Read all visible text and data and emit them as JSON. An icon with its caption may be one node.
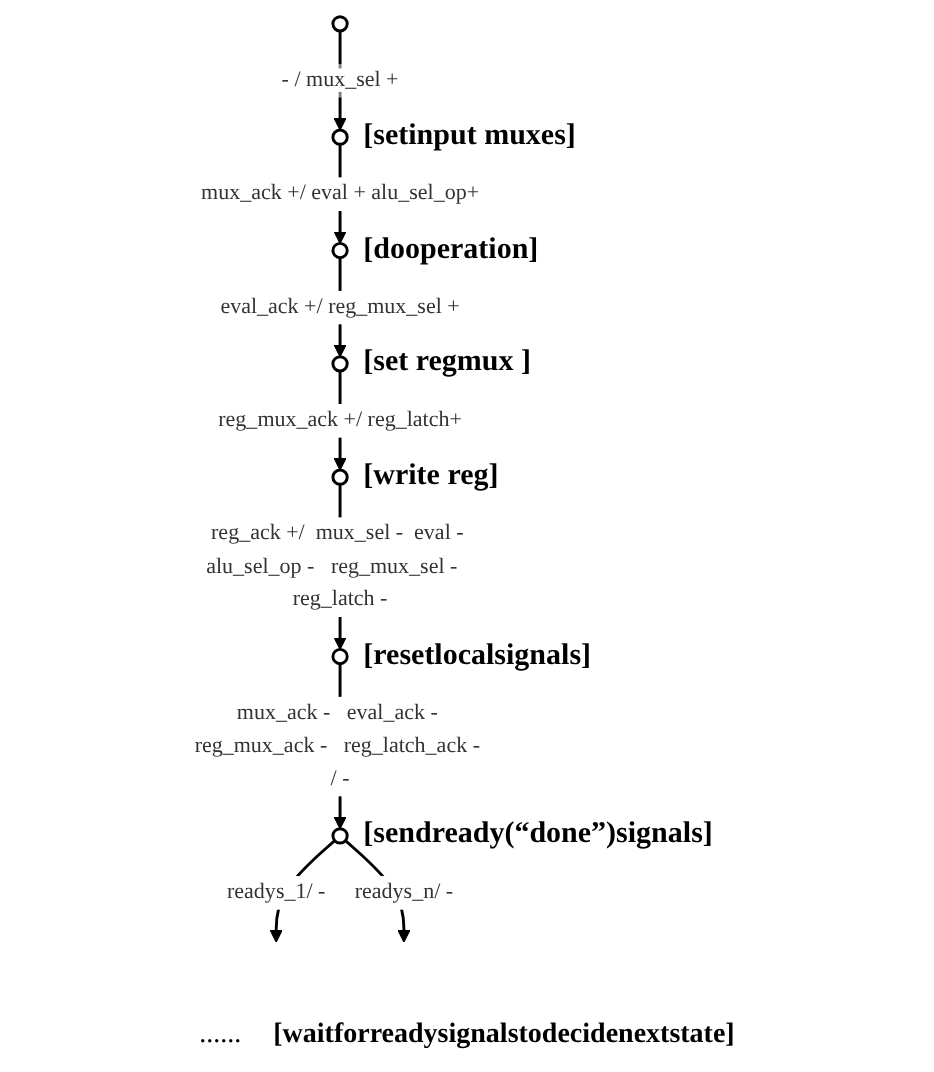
{
  "diagram": {
    "nodes": [
      {
        "text": [],
        "shape": "circle"
      },
      {
        "text": [],
        "shape": "circle",
        "beside": [
          "[setinput  muxes]"
        ]
      },
      {
        "text": [],
        "shape": "circle",
        "beside": [
          "[dooperation]"
        ]
      },
      {
        "text": [],
        "shape": "circle",
        "beside": [
          "[set regmux ]"
        ]
      },
      {
        "text": [],
        "shape": "circle",
        "beside": [
          "[write reg]"
        ]
      },
      {
        "text": [],
        "shape": "circle",
        "beside": [
          "[resetlocalsignals]"
        ]
      },
      {
        "text": [],
        "shape": "circle",
        "beside": [
          "[sendready(“done”)signals]"
        ]
      }
    ],
    "edges": [
      {
        "from": 0,
        "to": 1,
        "arrow": "to",
        "label": "- / mux_sel +"
      },
      {
        "from": 1,
        "to": 2,
        "arrow": "to",
        "label": "mux_ack +/  eval + alu_sel_op+"
      },
      {
        "from": 2,
        "to": 3,
        "arrow": "to",
        "label": "eval_ack +/  reg_mux_sel +"
      },
      {
        "from": 3,
        "to": 4,
        "arrow": "to",
        "label": "reg_mux_ack +/  reg_latch+"
      },
      {
        "from": 4,
        "to": 5,
        "arrow": "to",
        "label": "reg_ack +/  mux_sel -  eval - alu_sel_op -   reg_mux_sel -   reg_latch -"
      },
      {
        "from": 5,
        "to": 6,
        "arrow": "to",
        "label": "mux_ack -   eval_ack - reg_mux_ack -   reg_latch_ack - / -"
      },
      {
        "from": 6,
        "to": null,
        "arrow": "to",
        "label": "readys_1/ -"
      },
      {
        "from": 6,
        "to": null,
        "arrow": "to",
        "label": "readys_n/ -"
      }
    ],
    "labels": [
      "......",
      "[waitforreadysignalstodecidenextstate]"
    ]
  }
}
